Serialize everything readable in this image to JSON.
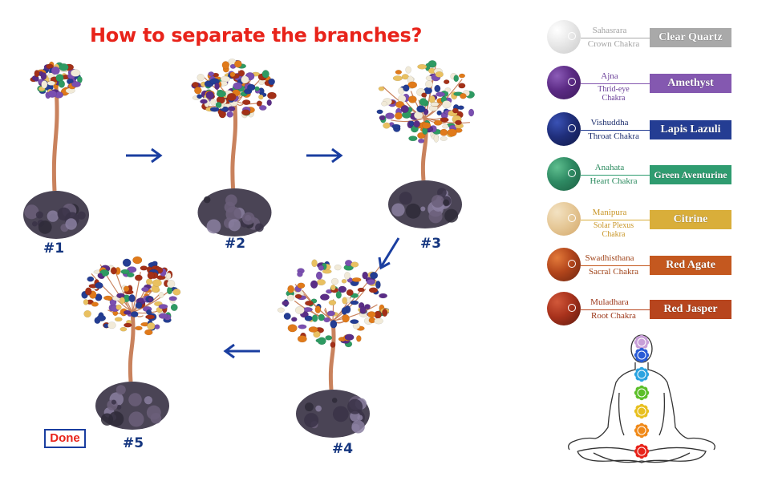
{
  "title": "How to separate the branches?",
  "steps": [
    {
      "label": "#1"
    },
    {
      "label": "#2"
    },
    {
      "label": "#3"
    },
    {
      "label": "#4"
    },
    {
      "label": "#5"
    }
  ],
  "done_label": "Done",
  "chakras": [
    {
      "name": "Sahasrara",
      "sub": "Crown Chakra",
      "stone": "Clear Quartz",
      "color": "#a9a9a9",
      "text_color": "#a3a3a3",
      "stone_colors": [
        "#e8e8e8",
        "#c9c9c9",
        "#ffffff"
      ]
    },
    {
      "name": "Ajna",
      "sub": "Thrid-eye Chakra",
      "stone": "Amethyst",
      "color": "#8458b0",
      "text_color": "#6a3f98",
      "stone_colors": [
        "#5b2a84",
        "#3d1a5c",
        "#8c5cb8"
      ]
    },
    {
      "name": "Vishuddha",
      "sub": "Throat Chakra",
      "stone": "Lapis Lazuli",
      "color": "#243d93",
      "text_color": "#1e2f6e",
      "stone_colors": [
        "#1f2e7a",
        "#121a48",
        "#3a52b5"
      ]
    },
    {
      "name": "Anahata",
      "sub": "Heart Chakra",
      "stone": "Green Aventurine",
      "color": "#2f9c70",
      "text_color": "#2a8a5e",
      "stone_colors": [
        "#2e8a63",
        "#1c5e41",
        "#5fbf8f"
      ]
    },
    {
      "name": "Manipura",
      "sub": "Solar Plexus Chakra",
      "stone": "Citrine",
      "color": "#d9ae3a",
      "text_color": "#c9972a",
      "stone_colors": [
        "#e6c999",
        "#d4a86a",
        "#f3e2c2"
      ]
    },
    {
      "name": "Swadhisthana",
      "sub": "Sacral Chakra",
      "stone": "Red Agate",
      "color": "#c4581f",
      "text_color": "#a0441a",
      "stone_colors": [
        "#b2451b",
        "#6b2410",
        "#e37a3a"
      ]
    },
    {
      "name": "Muladhara",
      "sub": "Root Chakra",
      "stone": "Red Jasper",
      "color": "#b7451e",
      "text_color": "#9b3517",
      "stone_colors": [
        "#a8321c",
        "#5c1a0f",
        "#d1583a"
      ]
    }
  ],
  "colors": {
    "title": "#e8231a",
    "step_label": "#14357f",
    "arrow": "#1a3ea0",
    "copper": "#c9825d"
  }
}
